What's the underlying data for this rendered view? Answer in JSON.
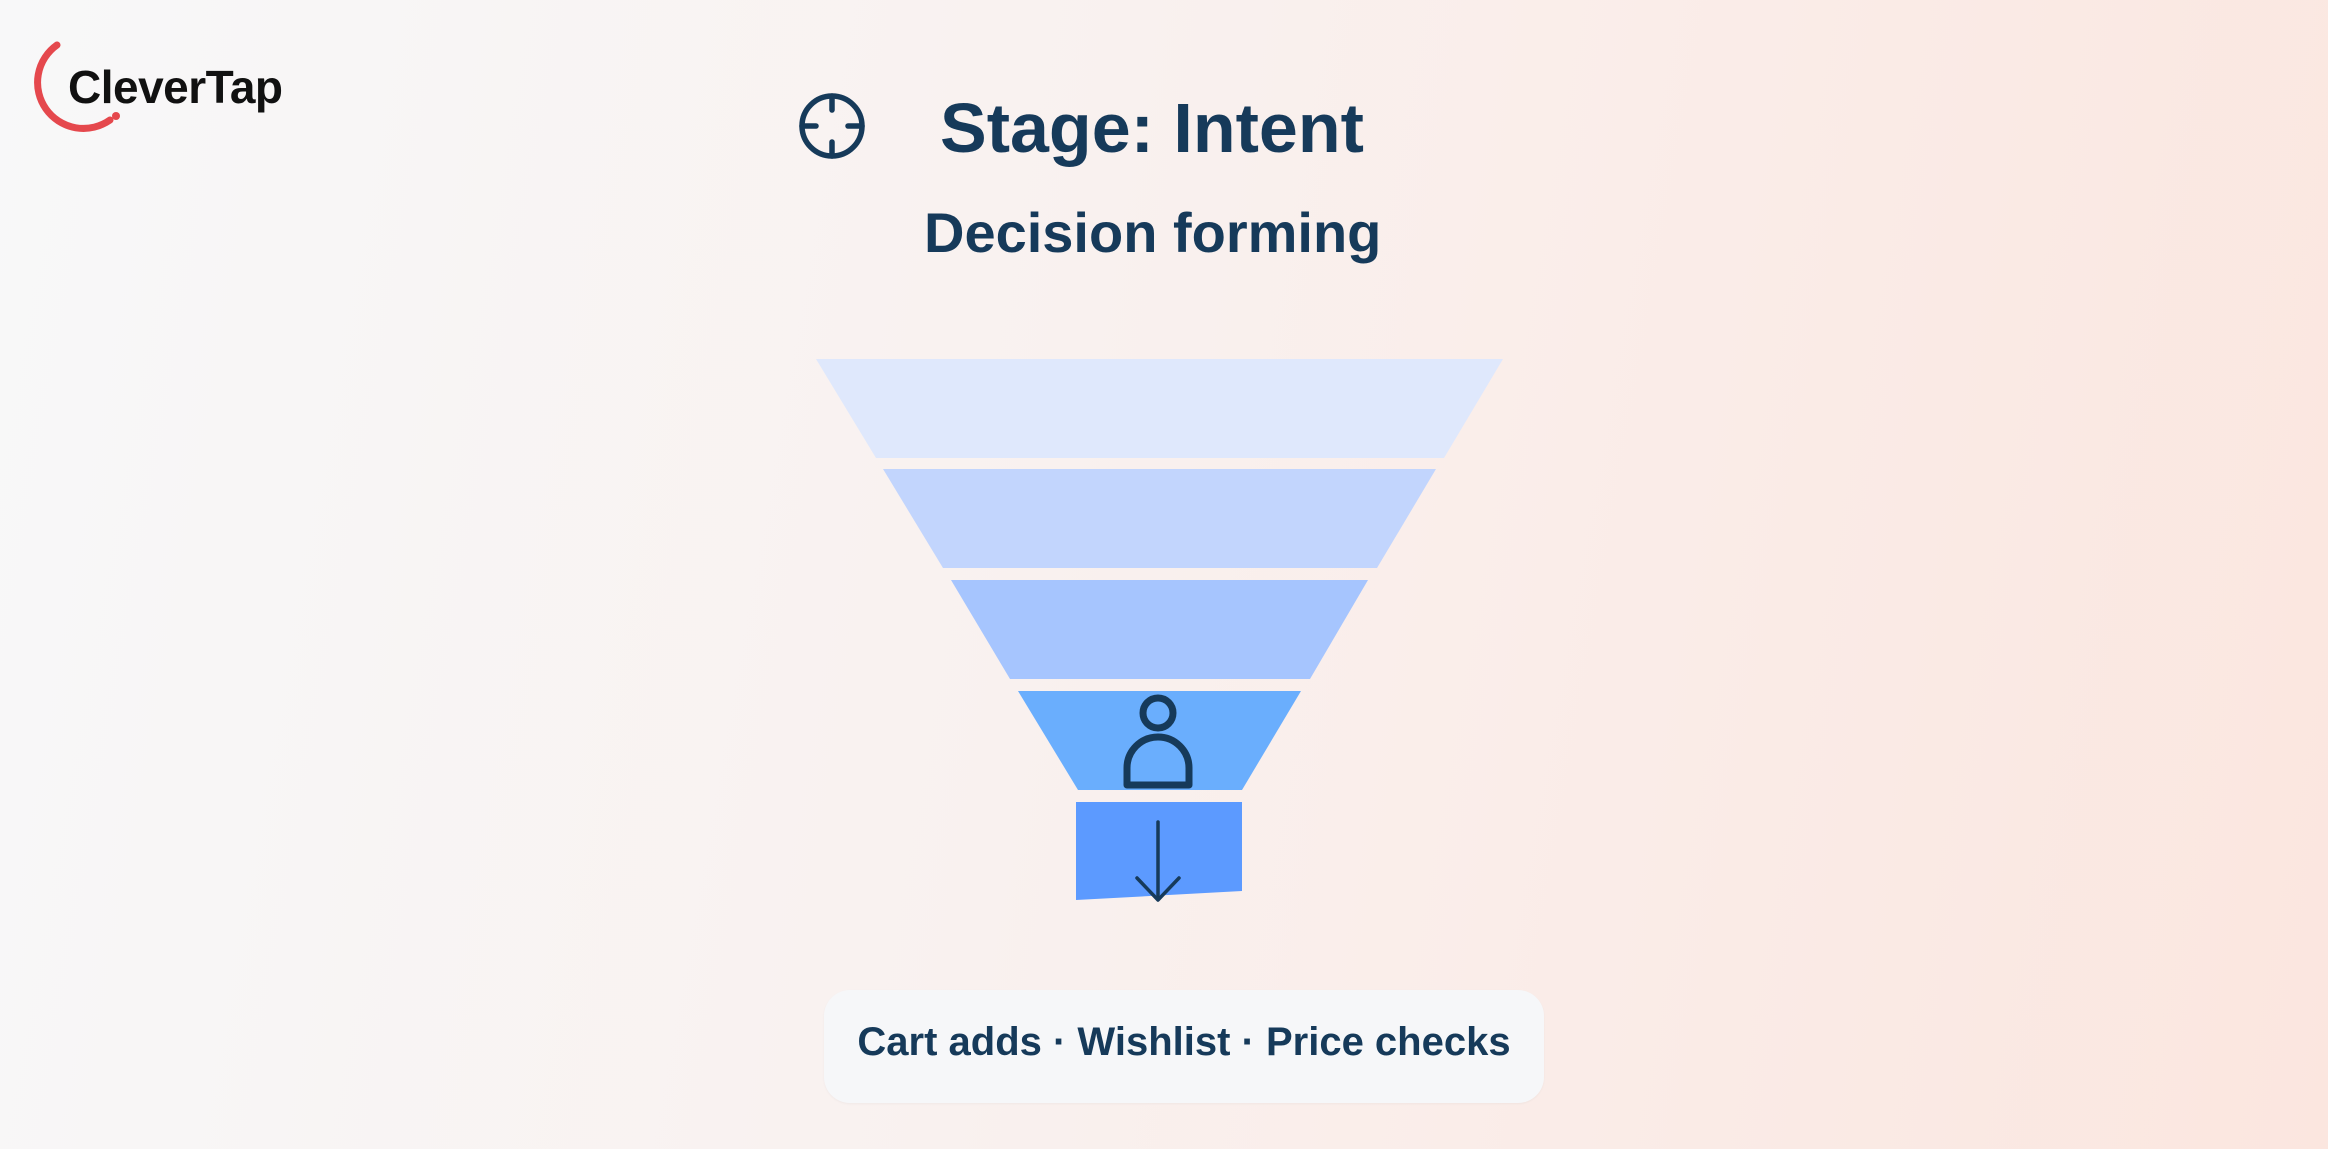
{
  "brand": {
    "name": "CleverTap",
    "logo_color": "#e5484d"
  },
  "header": {
    "icon": "crosshair-icon",
    "title": "Stage: Intent",
    "subtitle": "Decision forming"
  },
  "funnel": {
    "stages": 5,
    "highlighted_stage": 4,
    "icons": [
      "person-icon",
      "arrow-down-icon"
    ],
    "colors": [
      "#dfe8fc",
      "#c2d5fd",
      "#a6c5fe",
      "#6aaefd",
      "#5c9aff"
    ]
  },
  "footer": {
    "tags": "Cart adds · Wishlist · Price checks"
  },
  "colors": {
    "text": "#163a5a",
    "accent": "#e5484d"
  }
}
